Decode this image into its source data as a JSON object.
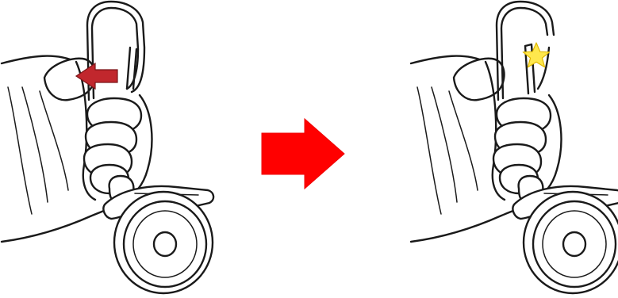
{
  "figure": {
    "step_before": {
      "label": "",
      "action_arrow": "push-gate-left"
    },
    "step_after": {
      "label": "",
      "marker": "star"
    },
    "transition_arrow": "right"
  },
  "colors": {
    "background": "#ffffff",
    "line": "#1a1a1a",
    "gate_arrow": "#c1272d",
    "transition_arrow": "#ff0000",
    "star": "#ffe84d",
    "star_outline": "#e0b800"
  },
  "icons": {
    "gate_arrow": "arrow-left-icon",
    "transition_arrow": "arrow-right-icon",
    "star": "star-icon"
  }
}
